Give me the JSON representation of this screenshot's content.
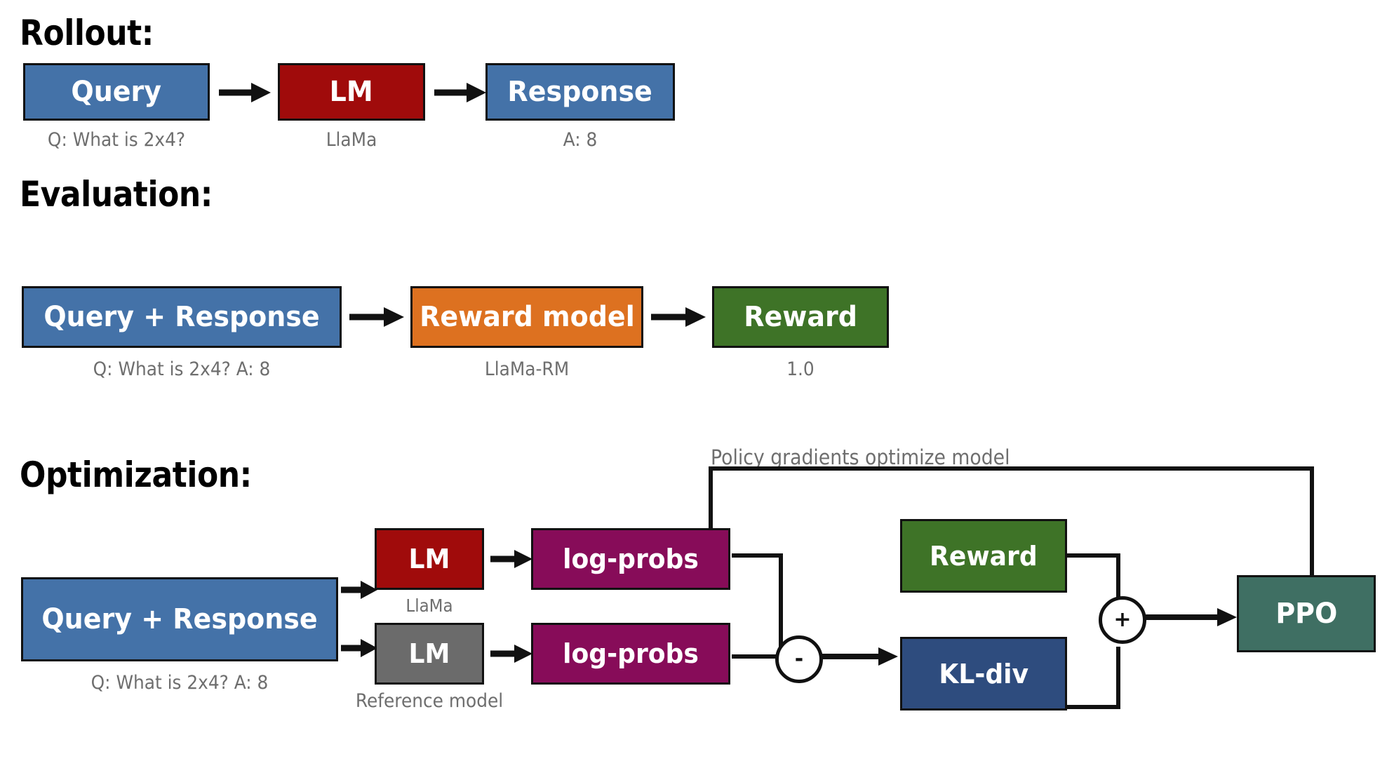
{
  "figure": {
    "title": "RLHF / PPO training loop diagram",
    "background": "#ffffff"
  },
  "colors": {
    "blue": "#4472a8",
    "dark_red": "#a00b0b",
    "orange": "#dd7120",
    "green": "#3e7327",
    "magenta": "#870c59",
    "gray": "#6b6b6b",
    "navy": "#2e4c7e",
    "teal": "#3f6f63",
    "outline": "#111111",
    "caption_text": "#6e6e6e",
    "heading_text": "#000000"
  },
  "sections": {
    "rollout": {
      "title": "Rollout:",
      "nodes": {
        "query": {
          "label": "Query",
          "caption": "Q: What is 2x4?"
        },
        "lm": {
          "label": "LM",
          "caption": "LlaMa"
        },
        "response": {
          "label": "Response",
          "caption": "A: 8"
        }
      }
    },
    "evaluation": {
      "title": "Evaluation:",
      "nodes": {
        "query_response": {
          "label": "Query + Response",
          "caption": "Q: What is 2x4? A: 8"
        },
        "reward_model": {
          "label": "Reward model",
          "caption": "LlaMa-RM"
        },
        "reward": {
          "label": "Reward",
          "caption": "1.0"
        }
      }
    },
    "optimization": {
      "title": "Optimization:",
      "feedback_note": "Policy gradients optimize model",
      "nodes": {
        "query_response": {
          "label": "Query + Response",
          "caption": "Q: What is 2x4? A: 8"
        },
        "active_lm": {
          "label": "LM",
          "caption": "LlaMa"
        },
        "reference_lm": {
          "label": "LM",
          "caption": "Reference model"
        },
        "logprobs_active": {
          "label": "log-probs"
        },
        "logprobs_reference": {
          "label": "log-probs"
        },
        "reward": {
          "label": "Reward"
        },
        "kl_div": {
          "label": "KL-div"
        },
        "ppo": {
          "label": "PPO"
        }
      },
      "operators": {
        "subtract": "-",
        "add": "+"
      }
    }
  }
}
